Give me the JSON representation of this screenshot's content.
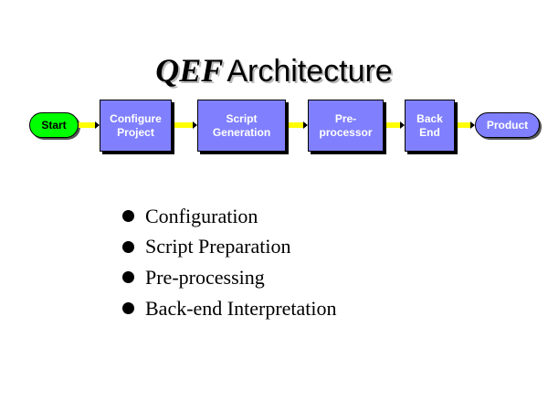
{
  "title": {
    "part1": "QEF",
    "part2": "Architecture"
  },
  "flow": {
    "start": "Start",
    "steps": [
      "Configure\nProject",
      "Script\nGeneration",
      "Pre-\nprocessor",
      "Back\nEnd"
    ],
    "end": "Product"
  },
  "bullets": [
    "Configuration",
    "Script Preparation",
    "Pre-processing",
    "Back-end Interpretation"
  ],
  "colors": {
    "start_fill": "#00ff00",
    "step_fill": "#8080ff",
    "end_fill": "#8080ff",
    "arrow": "#ffff00"
  }
}
